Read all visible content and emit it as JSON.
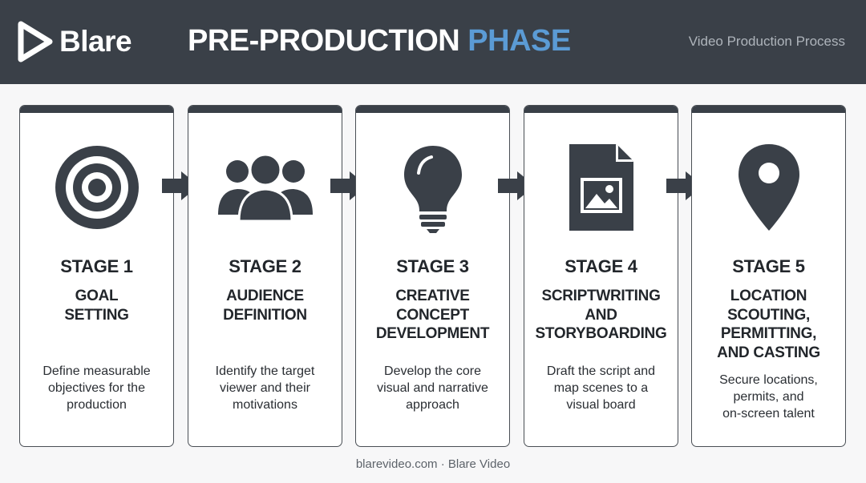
{
  "header": {
    "logo_text": "Blare",
    "title_main": "PRE-PRODUCTION ",
    "title_accent": "PHASE",
    "subtitle": "Video Production Process"
  },
  "stages": [
    {
      "number": "STAGE 1",
      "name": "GOAL\nSETTING",
      "description": "Define measurable\nobjectives for the\nproduction",
      "icon": "target-icon"
    },
    {
      "number": "STAGE 2",
      "name": "AUDIENCE\nDEFINITION",
      "description": "Identify the target\nviewer and their\nmotivations",
      "icon": "people-group-icon"
    },
    {
      "number": "STAGE 3",
      "name": "CREATIVE\nCONCEPT\nDEVELOPMENT",
      "description": "Develop the core\nvisual and narrative\napproach",
      "icon": "lightbulb-icon"
    },
    {
      "number": "STAGE 4",
      "name": "SCRIPTWRITING\nAND\nSTORYBOARDING",
      "description": "Draft the script and\nmap scenes to a\nvisual board",
      "icon": "document-image-icon"
    },
    {
      "number": "STAGE 5",
      "name": "LOCATION\nSCOUTING,\nPERMITTING,\nAND CASTING",
      "description": "Secure locations,\npermits, and\non-screen talent",
      "icon": "map-pin-icon"
    }
  ],
  "footer": "blarevideo.com · Blare Video",
  "colors": {
    "header_bg": "#3a4048",
    "accent": "#5b9bd5",
    "icon": "#3a4048",
    "card_border": "#4a4f55"
  }
}
